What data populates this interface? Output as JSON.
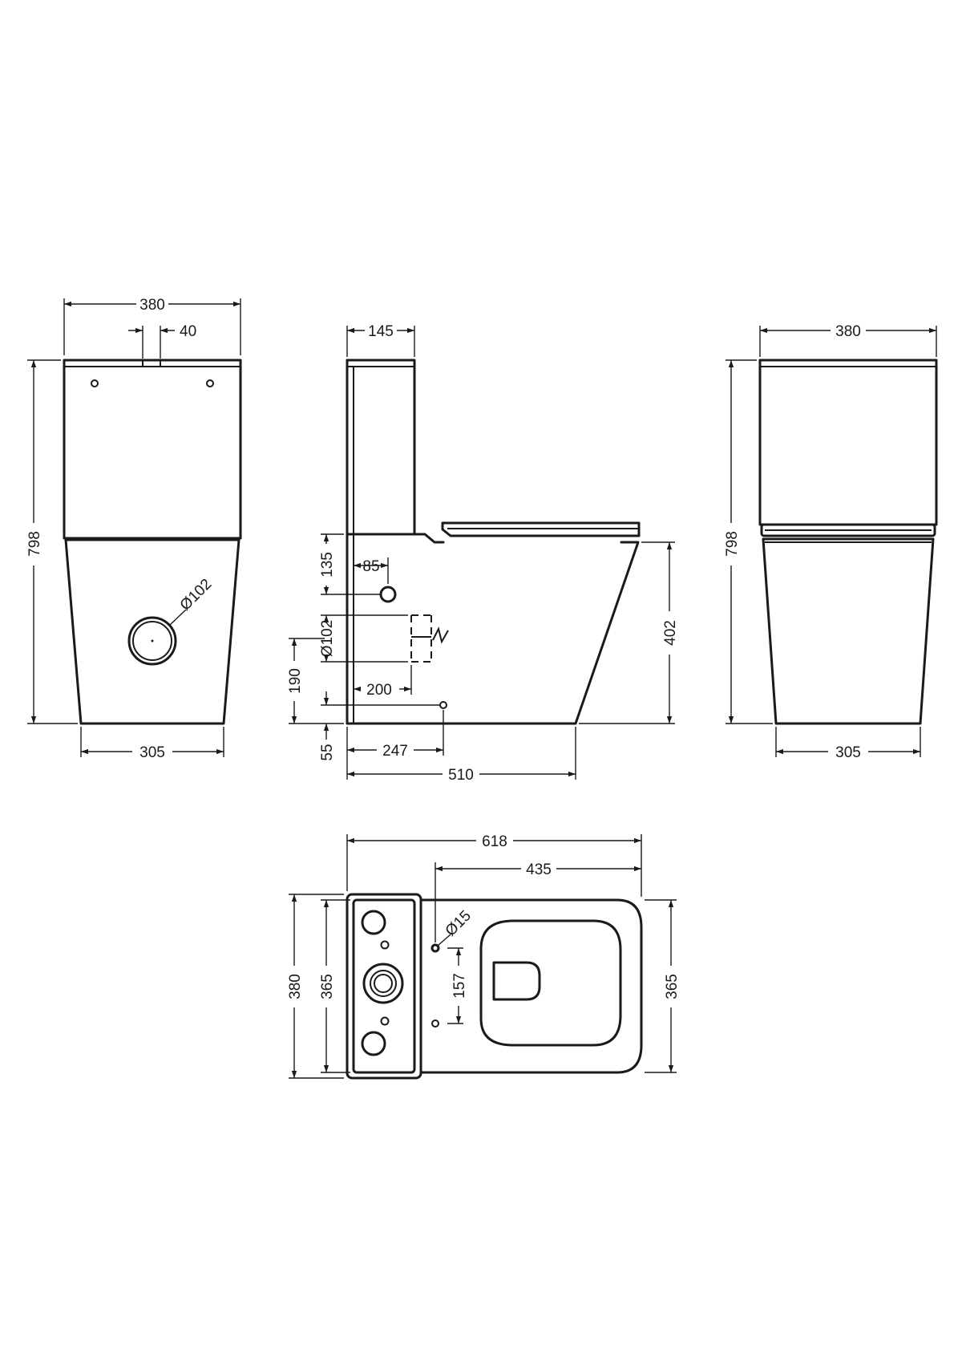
{
  "line_color": "#1a1a1a",
  "background_color": "#ffffff",
  "front_view": {
    "width_top": "380",
    "button_offset": "40",
    "height": "798",
    "waste_diameter": "Ø102",
    "width_base": "305"
  },
  "side_view": {
    "cistern_depth": "145",
    "inlet_height": "135",
    "inlet_offset": "85",
    "waste_diameter": "Ø102",
    "waste_height": "190",
    "waste_setout": "200",
    "pan_height": "402",
    "fixing_height": "55",
    "fixing_setout": "247",
    "depth": "510"
  },
  "rear_view": {
    "width_top": "380",
    "height": "798",
    "width_base": "305"
  },
  "plan_view": {
    "overall_length": "618",
    "seat_fixing_to_front": "435",
    "cistern_width": "380",
    "cistern_inner_width": "365",
    "seat_fixing_diameter": "Ø15",
    "seat_fixing_centres": "157",
    "pan_width": "365"
  }
}
